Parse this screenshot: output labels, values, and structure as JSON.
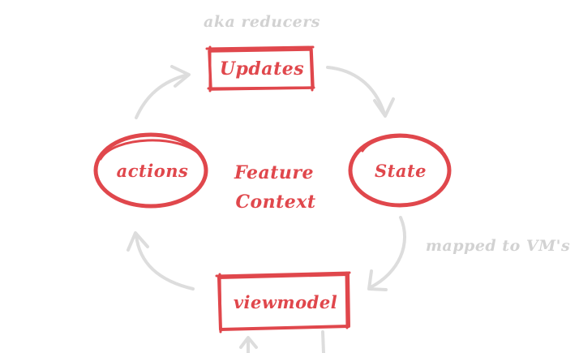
{
  "nodes": {
    "updates": "Updates",
    "state": "State",
    "viewmodel": "viewmodel",
    "actions": "actions",
    "center_line1": "Feature",
    "center_line2": "Context"
  },
  "annotations": {
    "updates_note": "aka reducers",
    "state_note": "mapped to VM's"
  },
  "colors": {
    "accent": "#e0474c",
    "arrow": "#dddddd",
    "annotation": "#d2d2d2"
  }
}
